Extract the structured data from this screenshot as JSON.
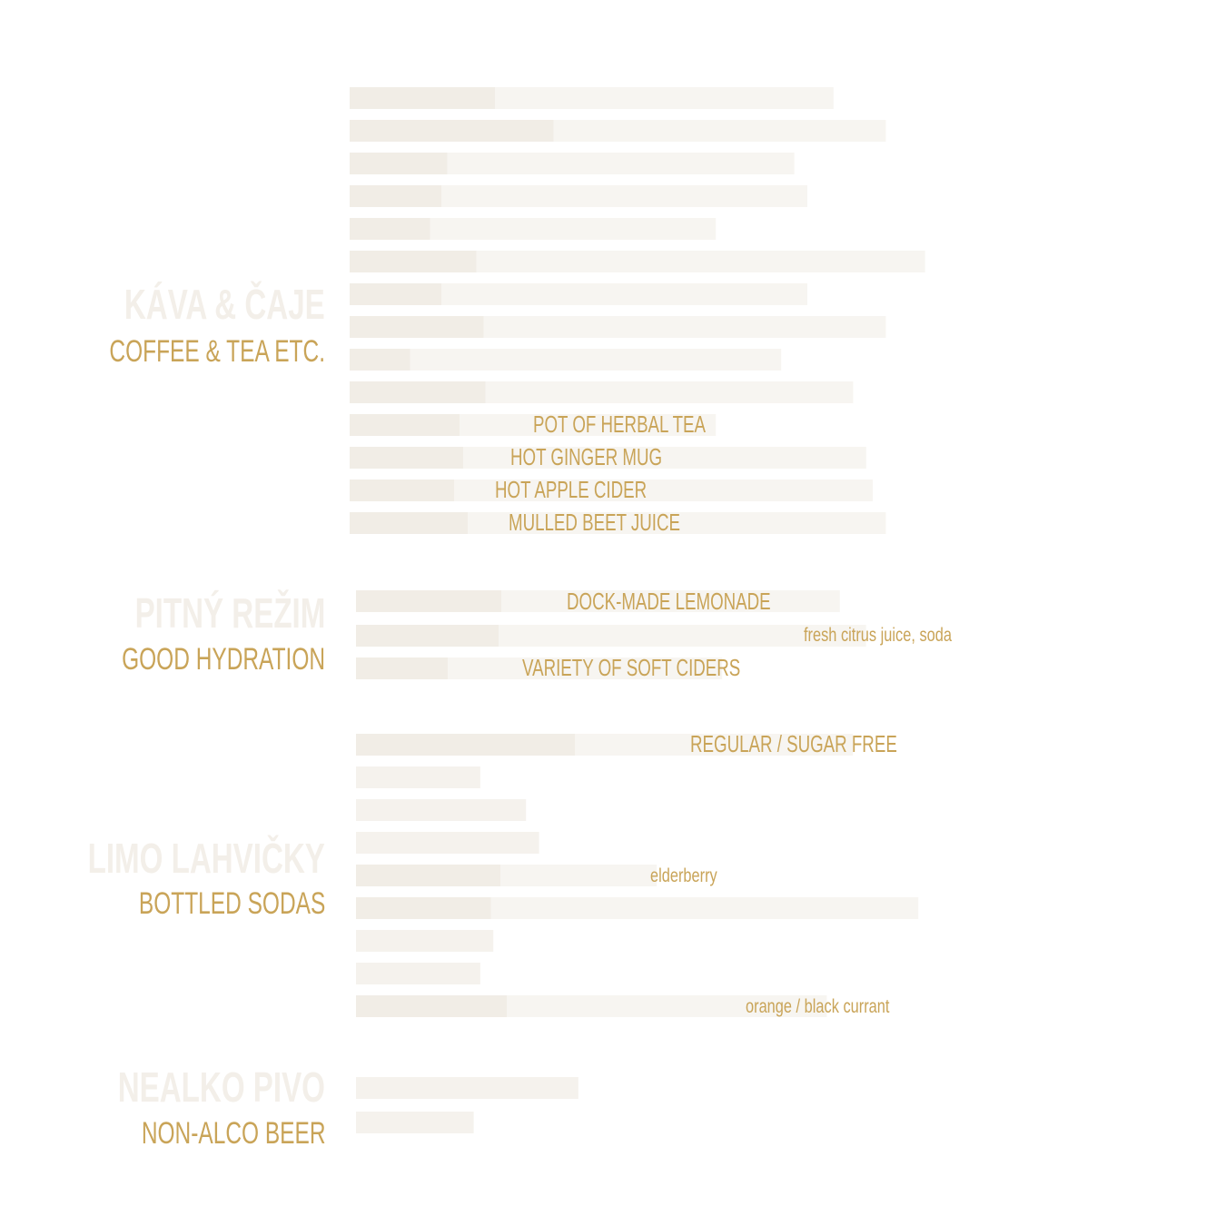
{
  "sections": {
    "coffee": {
      "title_cz": "KÁVA & ČAJE",
      "title_en": "COFFEE & TEA ETC.",
      "items": [
        "POT OF HERBAL TEA",
        "HOT GINGER MUG",
        "HOT APPLE CIDER",
        "MULLED BEET JUICE"
      ]
    },
    "hydration": {
      "title_cz": "PITNÝ REŽIM",
      "title_en": "GOOD HYDRATION",
      "items": [
        "DOCK-MADE LEMONADE",
        "VARIETY OF SOFT CIDERS"
      ],
      "note": "fresh citrus juice, soda"
    },
    "sodas": {
      "title_cz": "LIMO LAHVIČKY",
      "title_en": "BOTTLED SODAS",
      "variant": "REGULAR / SUGAR FREE",
      "note_1": "elderberry",
      "note_2": "orange / black currant"
    },
    "beer": {
      "title_cz": "NEALKO PIVO",
      "title_en": "NON-ALCO BEER"
    }
  },
  "colors": {
    "accent": "#c9a458",
    "ghost": "#f3efe9",
    "background": "#ffffff"
  }
}
